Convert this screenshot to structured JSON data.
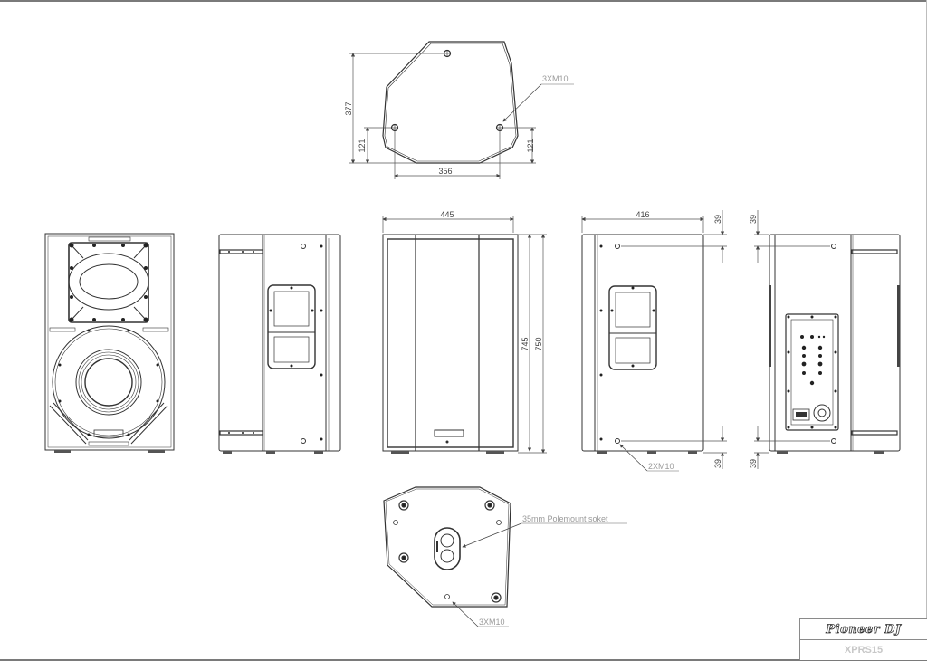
{
  "document": {
    "type": "technical-dimension-drawing",
    "brand": "Pioneer DJ",
    "model": "XPRS15"
  },
  "title_block": {
    "logo_text": "Pioneer DJ",
    "model_text": "XPRS15"
  },
  "views": {
    "top": {
      "label": "top-view",
      "dimensions": {
        "depth": "377",
        "hole_offset_left": "121",
        "hole_offset_right": "121",
        "hole_spacing": "356"
      },
      "callout": "3XM10"
    },
    "front_grille_off": {
      "label": "front-view-no-grille"
    },
    "left_side": {
      "label": "side-view-left"
    },
    "front": {
      "label": "front-view",
      "dimensions": {
        "width": "445",
        "height_cabinet": "745",
        "height_total": "750"
      }
    },
    "right_side": {
      "label": "side-view-right",
      "dimensions": {
        "depth": "416",
        "top_offset": "39",
        "bottom_offset": "39"
      },
      "callout": "2XM10"
    },
    "rear": {
      "label": "rear-view",
      "dimensions": {
        "top_offset": "39",
        "bottom_offset": "39"
      }
    },
    "bottom": {
      "label": "bottom-view",
      "callouts": {
        "socket": "35mm Polemount soket",
        "holes": "3XM10"
      }
    }
  },
  "colors": {
    "line": "#333333",
    "dimension": "#555555",
    "callout": "#9a9a9a",
    "frame": "#7a7a7a"
  }
}
